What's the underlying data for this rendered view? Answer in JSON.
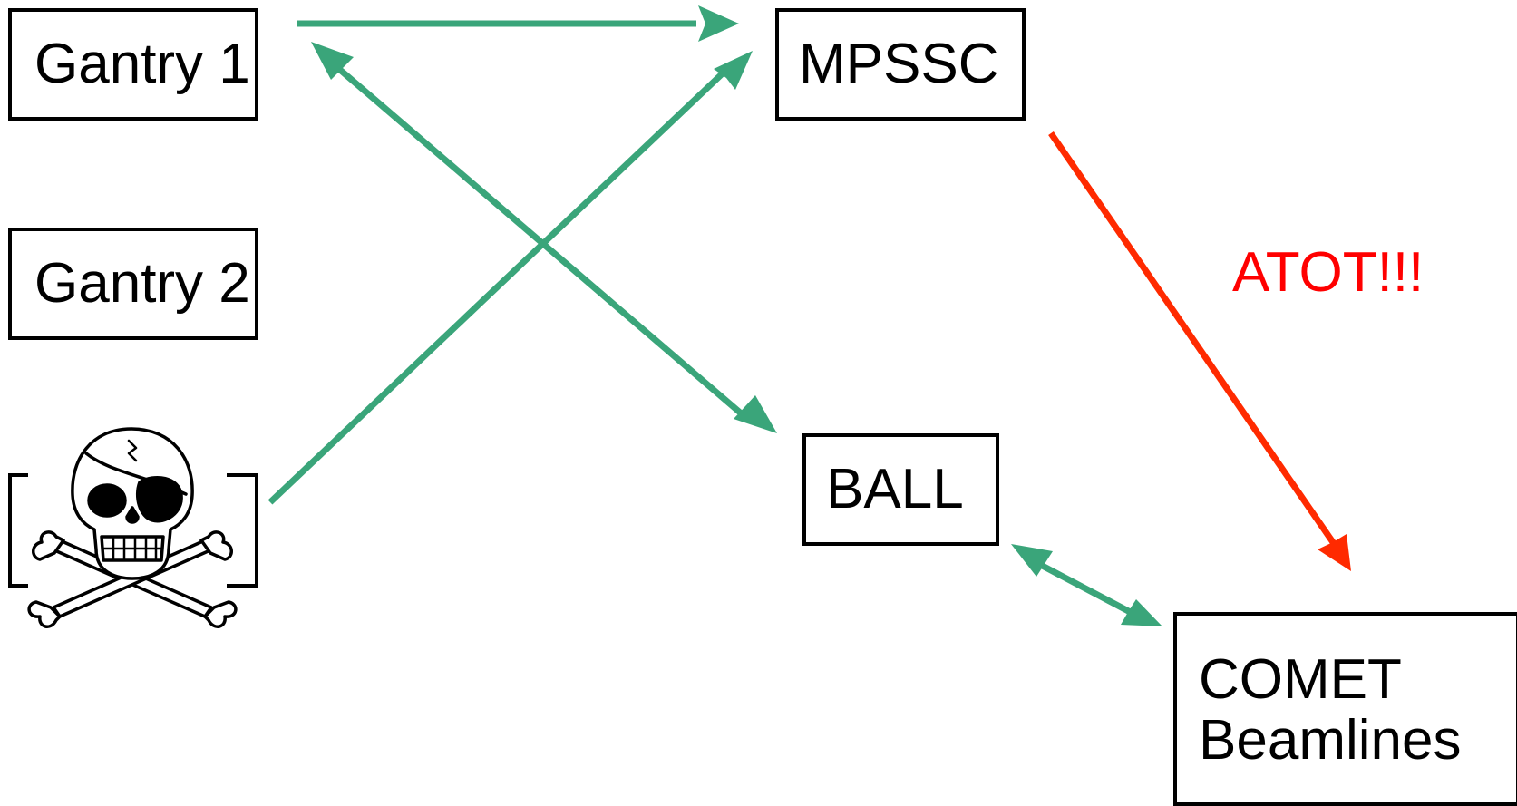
{
  "nodes": {
    "gantry1": "Gantry 1",
    "gantry2": "Gantry 2",
    "mpssc": "MPSSC",
    "ball": "BALL",
    "comet_line1": "COMET",
    "comet_line2": "Beamlines"
  },
  "annotation": {
    "text": "ATOT!!!"
  },
  "colors": {
    "edge_green": "#3aa57a",
    "edge_red": "#ff2a00",
    "label_red": "#ff0000",
    "border": "#000000"
  },
  "icons": {
    "unknown_source": "skull-crossbones-icon"
  },
  "edges": [
    {
      "from": "gantry1",
      "to": "mpssc",
      "direction": "forward",
      "color": "green"
    },
    {
      "from": "gantry1",
      "to": "ball",
      "direction": "both",
      "color": "green"
    },
    {
      "from": "unknown_source",
      "to": "mpssc",
      "direction": "forward",
      "color": "green"
    },
    {
      "from": "mpssc",
      "to": "comet",
      "direction": "forward",
      "color": "red",
      "label": "ATOT!!!"
    },
    {
      "from": "ball",
      "to": "comet",
      "direction": "both",
      "color": "green"
    }
  ]
}
